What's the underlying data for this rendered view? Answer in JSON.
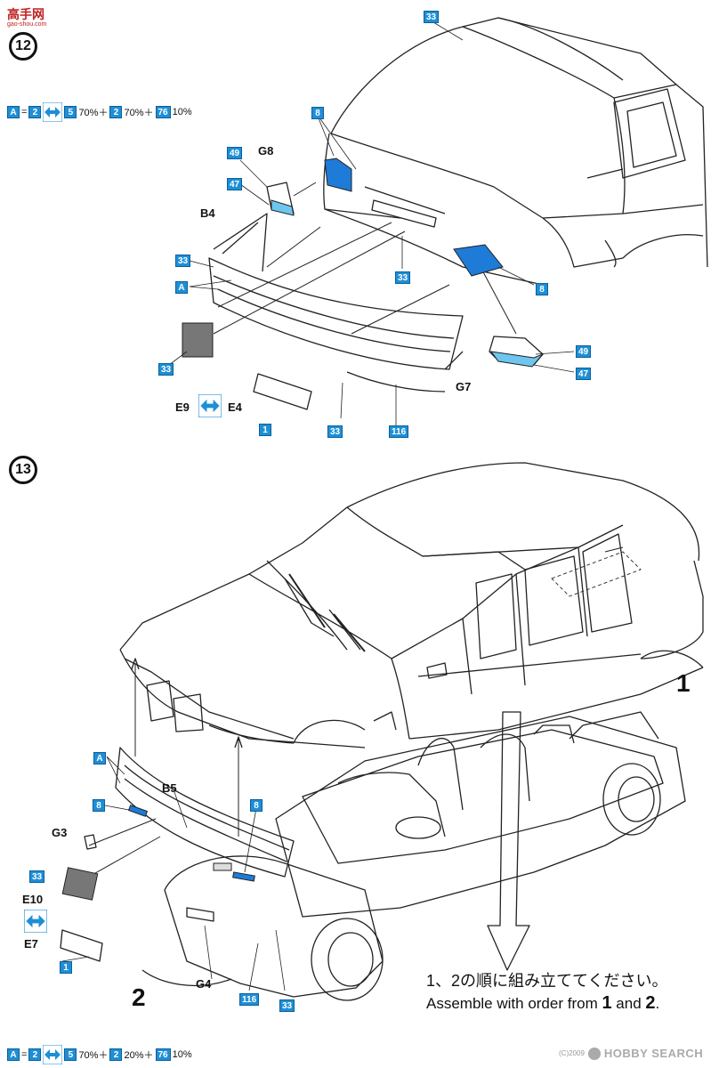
{
  "header": {
    "site_logo_text": "高手网",
    "site_logo_sub": "gao-shou.com"
  },
  "step12": {
    "number": "12",
    "mix_formula": {
      "a": "A",
      "eq": "=",
      "c1": "2",
      "c2": "5",
      "p2": "70%＋",
      "c3": "2",
      "p3": "70%＋",
      "c4": "76",
      "p4": "10%"
    },
    "parts": {
      "g8": "G8",
      "b4": "B4",
      "e9": "E9",
      "e4": "E4",
      "g7": "G7",
      "a": "A"
    },
    "badges": {
      "c33_top": "33",
      "c8_left": "8",
      "c49_left": "49",
      "c47_left": "47",
      "c33_left": "33",
      "c33_mid": "33",
      "c8_right": "8",
      "c33_plate": "33",
      "c49_right": "49",
      "c47_right": "47",
      "c1": "1",
      "c33_bottom": "33",
      "c116": "116"
    }
  },
  "step13": {
    "number": "13",
    "parts": {
      "a": "A",
      "b5": "B5",
      "g3": "G3",
      "e10": "E10",
      "e7": "E7",
      "g4": "G4"
    },
    "badges": {
      "c8_left": "8",
      "c8_right": "8",
      "c33_plate": "33",
      "c1": "1",
      "c116": "116",
      "c33_bottom": "33"
    },
    "big_num_1": "1",
    "big_num_2": "2",
    "note_jp": "1、2の順に組み立ててください。",
    "note_en_prefix": "Assemble with order from ",
    "note_en_n1": "1",
    "note_en_and": " and ",
    "note_en_n2": "2",
    "note_en_end": "."
  },
  "footer": {
    "mix_formula": {
      "a": "A",
      "eq": "=",
      "c1": "2",
      "c2": "5",
      "p2": "70%＋",
      "c3": "2",
      "p3": "20%＋",
      "c4": "76",
      "p4": "10%"
    },
    "copyright": "(C)2009",
    "brand": "HOBBY SEARCH"
  },
  "colors": {
    "accent_blue": "#1e8fd6",
    "light_blue": "#8fd3f5",
    "ink": "#111111"
  }
}
